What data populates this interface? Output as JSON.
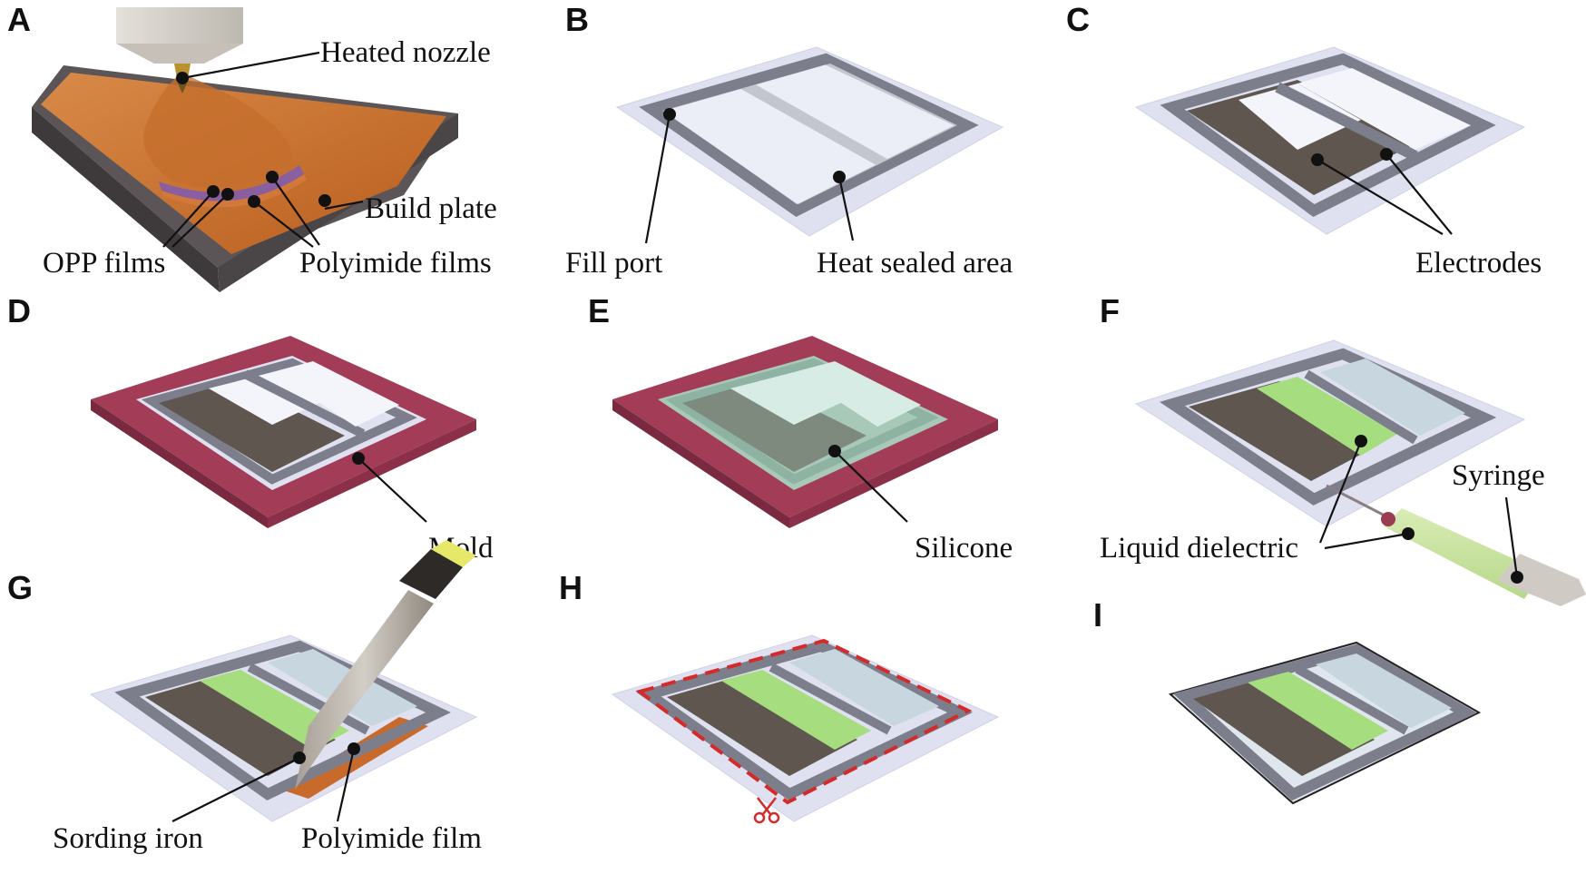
{
  "panels": {
    "A": {
      "letter": "A",
      "labels": {
        "nozzle": "Heated nozzle",
        "plate": "Build plate",
        "opp": "OPP films",
        "pi": "Polyimide films"
      }
    },
    "B": {
      "letter": "B",
      "labels": {
        "fill": "Fill port",
        "seal": "Heat sealed area"
      }
    },
    "C": {
      "letter": "C",
      "labels": {
        "electrodes": "Electrodes"
      }
    },
    "D": {
      "letter": "D",
      "labels": {
        "mold": "Mold"
      }
    },
    "E": {
      "letter": "E",
      "labels": {
        "silicone": "Silicone"
      }
    },
    "F": {
      "letter": "F",
      "labels": {
        "syringe": "Syringe",
        "dielectric": "Liquid dielectric"
      }
    },
    "G": {
      "letter": "G",
      "labels": {
        "iron": "Sording iron",
        "pi": "Polyimide film"
      }
    },
    "H": {
      "letter": "H"
    },
    "I": {
      "letter": "I"
    }
  },
  "colors": {
    "film": "#dfe1f0",
    "seal": "#7c7e8c",
    "electrode": "#5f574f",
    "window": "#f4f5fb",
    "mold": "#a33c57",
    "silicone": "#a9c9b8",
    "dielectric": "#a6dd7e",
    "polyimide": "#c86a2b",
    "plate": "#4f4a4d",
    "cut_line": "#d42a2a"
  },
  "icons": {
    "scissors": "scissors-icon"
  }
}
